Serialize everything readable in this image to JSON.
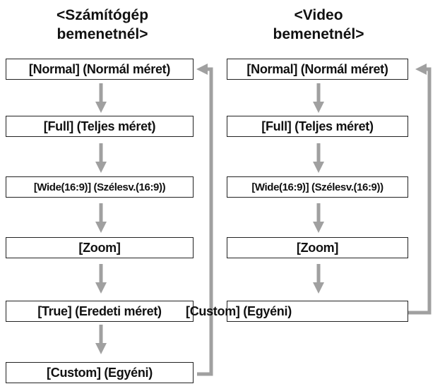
{
  "colors": {
    "arrow": "#a0a0a0",
    "border": "#222222",
    "text": "#111111"
  },
  "left_column": {
    "heading_line1": "<Számítógép",
    "heading_line2": "bemenetnél>",
    "items": [
      "[Normal] (Normál méret)",
      "[Full] (Teljes méret)",
      "[Wide(16:9)] (Szélesv.(16:9))",
      "[Zoom]",
      "[True] (Eredeti méret)",
      "[Custom] (Egyéni)"
    ]
  },
  "right_column": {
    "heading_line1": "<Video",
    "heading_line2": "bemenetnél>",
    "items": [
      "[Normal] (Normál méret)",
      "[Full] (Teljes méret)",
      "[Wide(16:9)] (Szélesv.(16:9))",
      "[Zoom]",
      "[Custom] (Egyéni)"
    ]
  }
}
